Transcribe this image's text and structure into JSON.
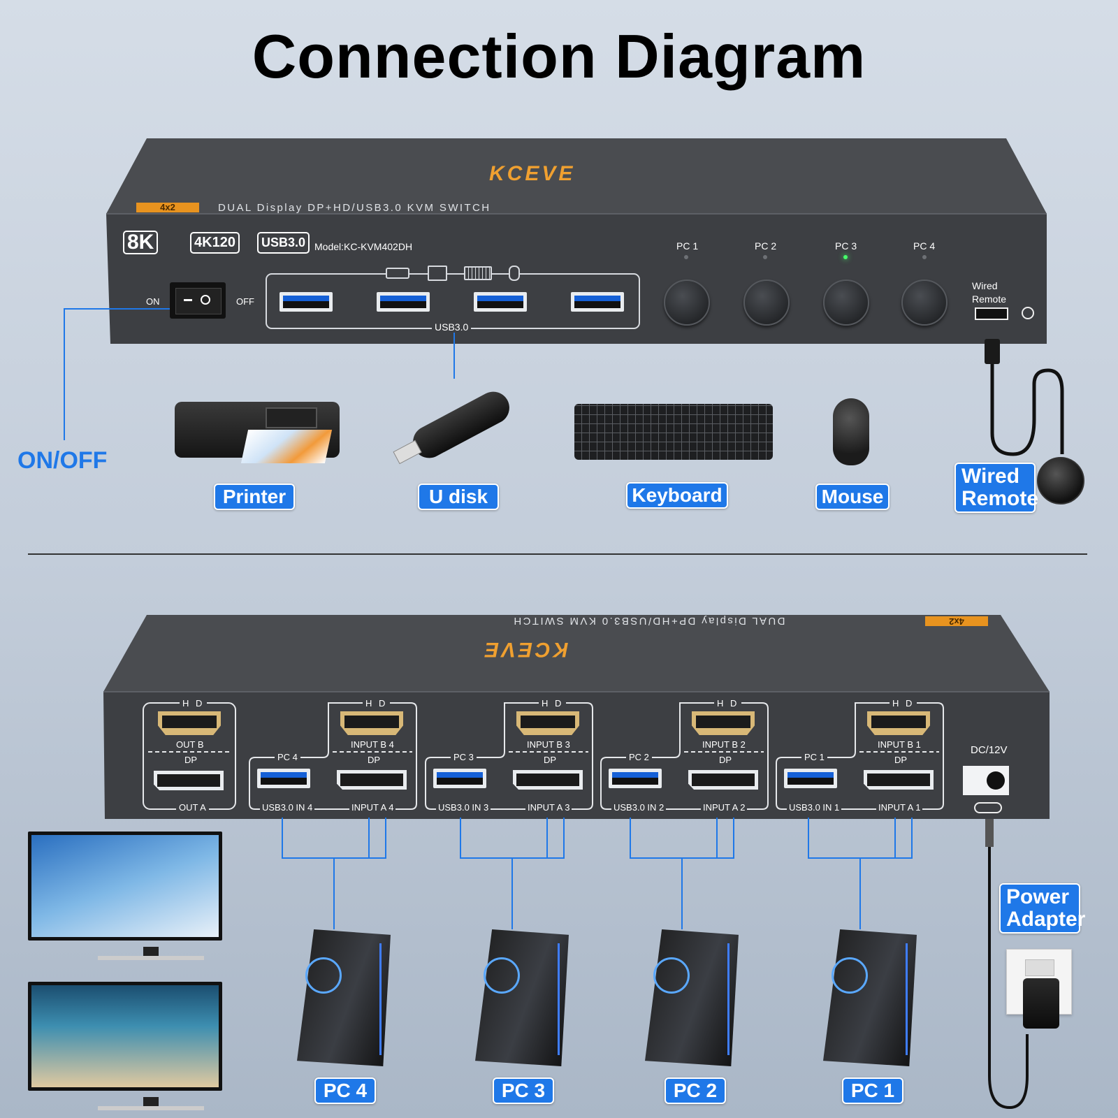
{
  "title": "Connection Diagram",
  "front_panel": {
    "brand": "KCEVE",
    "badge": "4x2",
    "product_line": "DUAL Display DP+HD/USB3.0 KVM SWITCH",
    "badges": [
      "8K",
      "4K120",
      "USB3.0"
    ],
    "model": "Model:KC-KVM402DH",
    "switch_on": "ON",
    "switch_off": "OFF",
    "usb_hub_label": "USB3.0",
    "pc_buttons": [
      "PC 1",
      "PC 2",
      "PC 3",
      "PC 4"
    ],
    "active_pc": "PC 3",
    "remote_port_label": "Wired Remote"
  },
  "peripherals": [
    {
      "label": "Printer",
      "icon": "printer-icon"
    },
    {
      "label": "U disk",
      "icon": "usb-drive-icon"
    },
    {
      "label": "Keyboard",
      "icon": "keyboard-icon"
    },
    {
      "label": "Mouse",
      "icon": "mouse-icon"
    }
  ],
  "wired_remote": "Wired Remote",
  "on_off_label": "ON/OFF",
  "rear_panel": {
    "dc_label": "DC/12V",
    "out_group": {
      "hd": "H D",
      "out_b": "OUT B",
      "dp": "DP",
      "out_a": "OUT A"
    },
    "input_groups": [
      {
        "pc": "PC 4",
        "hd": "H D",
        "input_b": "INPUT B 4",
        "dp": "DP",
        "usb": "USB3.0 IN 4",
        "input_a": "INPUT A 4"
      },
      {
        "pc": "PC 3",
        "hd": "H D",
        "input_b": "INPUT B 3",
        "dp": "DP",
        "usb": "USB3.0 IN 3",
        "input_a": "INPUT A 3"
      },
      {
        "pc": "PC 2",
        "hd": "H D",
        "input_b": "INPUT B 2",
        "dp": "DP",
        "usb": "USB3.0 IN 2",
        "input_a": "INPUT A 2"
      },
      {
        "pc": "PC 1",
        "hd": "H D",
        "input_b": "INPUT B 1",
        "dp": "DP",
        "usb": "USB3.0 IN 1",
        "input_a": "INPUT A 1"
      }
    ]
  },
  "computers": [
    "PC 4",
    "PC 3",
    "PC 2",
    "PC 1"
  ],
  "power_adapter": "Power Adapter",
  "colors": {
    "accent": "#1f78e8",
    "device": "#3a3c40",
    "badge": "#e8931f"
  }
}
